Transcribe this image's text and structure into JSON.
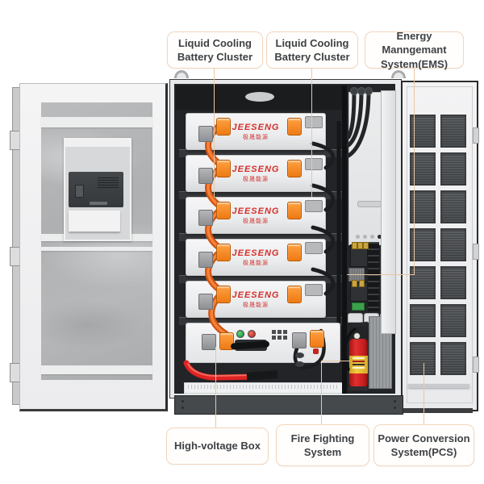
{
  "page": {
    "type": "energy-storage-cabinet-structure-diagram",
    "background": "#ffffff"
  },
  "callouts": {
    "top": [
      {
        "id": "battery-cluster-left",
        "label": "Liquid Cooling\nBattery Cluster"
      },
      {
        "id": "battery-cluster-right",
        "label": "Liquid Cooling\nBattery Cluster"
      },
      {
        "id": "ems",
        "label": "Energy Manngemant\nSystem(EMS)"
      }
    ],
    "bottom": [
      {
        "id": "high-voltage-box",
        "label": "High-voltage Box"
      },
      {
        "id": "fire-fighting",
        "label": "Fire Fighting\nSystem"
      },
      {
        "id": "pcs",
        "label": "Power Conversion\nSystem(PCS)"
      }
    ]
  },
  "battery": {
    "brand": "JEESENG",
    "brand_cn": "极晟能源",
    "module_count": 5
  },
  "colors": {
    "callout_border": "#f2d6bc",
    "leader_line": "#eac7a4",
    "brand_red": "#d3302a",
    "terminal_orange": "#ee7a14",
    "cable_orange": "#e0601c",
    "extinguisher_red": "#c81e1e",
    "base_gray": "#46494c"
  }
}
